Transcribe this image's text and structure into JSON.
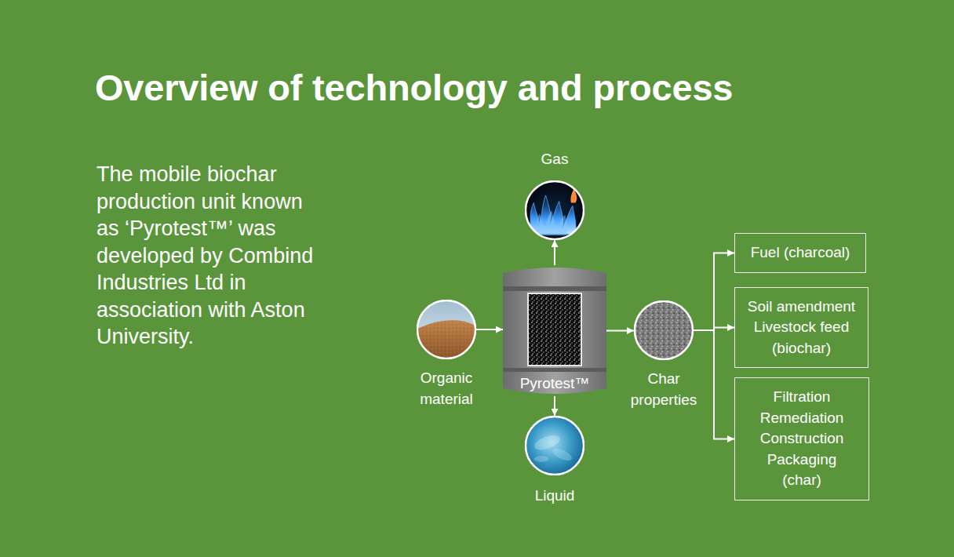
{
  "diagram": {
    "title": "Overview of technology and process",
    "nodes": [
      {
        "text": [
          "Gas"
        ]
      },
      {
        "text": [
          "Organic material"
        ]
      },
      {
        "text": [
          "Pyrotest™"
        ]
      },
      {
        "text": [
          "Char properties"
        ]
      },
      {
        "text": [
          "Liquid"
        ]
      },
      {
        "text": [
          "Fuel (charcoal)"
        ]
      },
      {
        "text": [
          "Soil amendment Livestock feed (biochar)"
        ]
      },
      {
        "text": [
          "Filtration Remediation Construction Packaging (char)"
        ]
      }
    ],
    "edges": [
      {
        "from": 1,
        "to": 2,
        "arrow": "to"
      },
      {
        "from": 2,
        "to": 0,
        "arrow": "to"
      },
      {
        "from": 2,
        "to": 4,
        "arrow": "to"
      },
      {
        "from": 2,
        "to": 3,
        "arrow": "to"
      },
      {
        "from": 3,
        "to": 5,
        "arrow": "to"
      },
      {
        "from": 3,
        "to": 6,
        "arrow": "to"
      },
      {
        "from": 3,
        "to": 7,
        "arrow": "to"
      }
    ],
    "labels": [
      "The mobile biochar production unit known as ‘Pyrotest™’ was developed by Combind Industries Ltd in association with Aston University."
    ]
  }
}
